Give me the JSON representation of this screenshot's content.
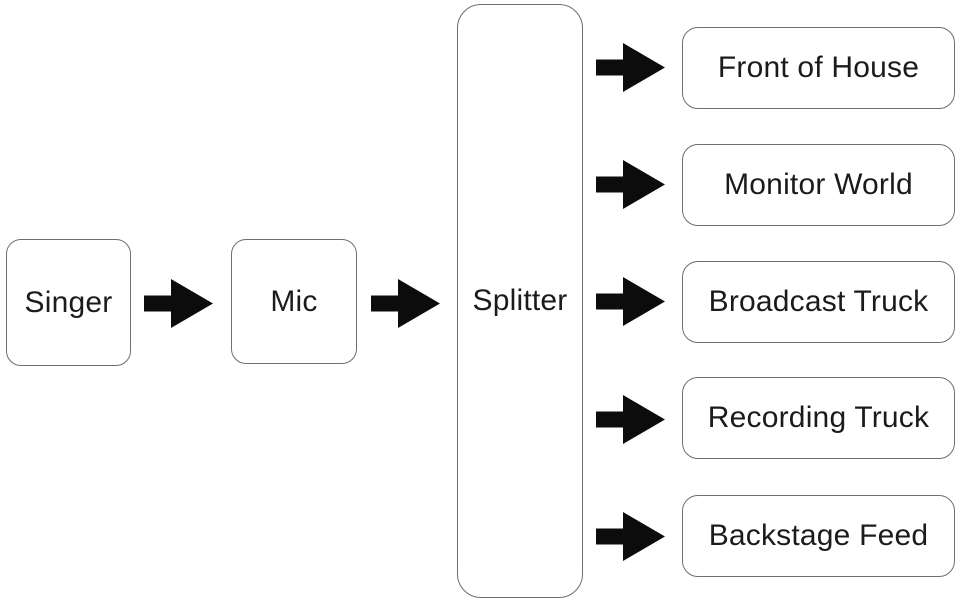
{
  "diagram": {
    "description": "Microphone signal split diagram",
    "nodes": {
      "singer": {
        "label": "Singer"
      },
      "mic": {
        "label": "Mic"
      },
      "splitter": {
        "label": "Splitter"
      },
      "outputs": [
        {
          "label": "Front of House"
        },
        {
          "label": "Monitor World"
        },
        {
          "label": "Broadcast Truck"
        },
        {
          "label": "Recording Truck"
        },
        {
          "label": "Backstage Feed"
        }
      ]
    },
    "connections": [
      {
        "from": "Singer",
        "to": "Mic"
      },
      {
        "from": "Mic",
        "to": "Splitter"
      },
      {
        "from": "Splitter",
        "to": "Front of House"
      },
      {
        "from": "Splitter",
        "to": "Monitor World"
      },
      {
        "from": "Splitter",
        "to": "Broadcast Truck"
      },
      {
        "from": "Splitter",
        "to": "Recording Truck"
      },
      {
        "from": "Splitter",
        "to": "Backstage Feed"
      }
    ],
    "colors": {
      "background": "#ffffff",
      "box_fill": "#ffffff",
      "box_border": "#6e6e6e",
      "text": "#1b1b1b",
      "arrow": "#0c0c0c"
    }
  }
}
